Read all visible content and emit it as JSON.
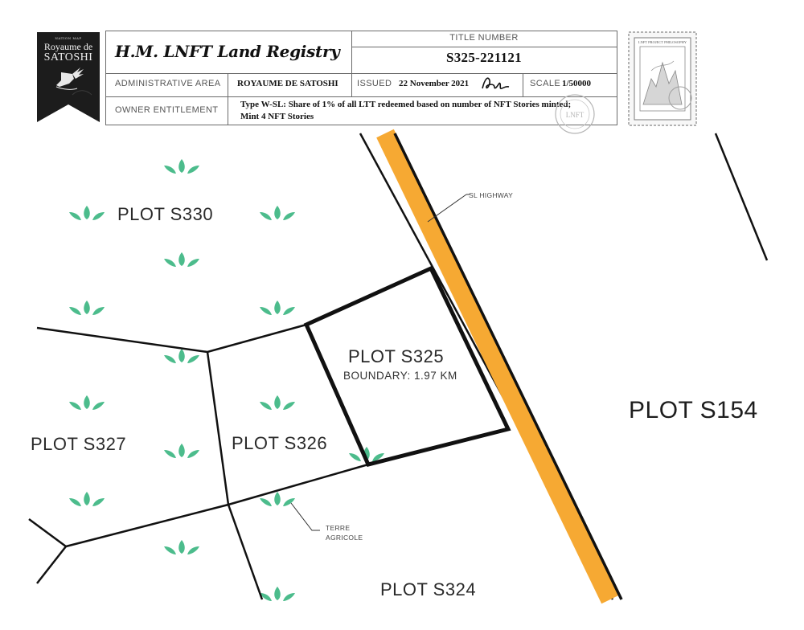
{
  "badge": {
    "top_text": "NATION MAP",
    "line1": "Royaume de",
    "line2": "SATOSHI",
    "emblem": "winged-sandal-icon"
  },
  "header": {
    "registry_title": "H.M. LNFT Land Registry",
    "title_number_label": "TITLE NUMBER",
    "title_number": "S325-221121",
    "admin_area_label": "ADMINISTRATIVE AREA",
    "admin_area": "ROYAUME DE SATOSHI",
    "issued_label": "ISSUED",
    "issued": "22 November 2021",
    "scale_label": "SCALE",
    "scale": "1/50000",
    "owner_label": "OWNER ENTITLEMENT",
    "owner_line1": "Type W-SL: Share of 1% of all LTT redeemed based on number of NFT Stories minted;",
    "owner_line2": "Mint 4 NFT Stories",
    "seal_text": "LNFT",
    "stamp_text": "LNFT PROJECT PHILOSOPHY"
  },
  "map": {
    "plots": {
      "s330": "PLOT S330",
      "s325": "PLOT S325",
      "s325_boundary": "BOUNDARY: 1.97 KM",
      "s327": "PLOT S327",
      "s326": "PLOT S326",
      "s154": "PLOT S154",
      "s324": "PLOT S324"
    },
    "annotations": {
      "highway": "SL HIGHWAY",
      "farm_line1": "TERRE",
      "farm_line2": "AGRICOLE"
    }
  },
  "colors": {
    "highway": "#f6a933",
    "vegetation": "#4cbc8c",
    "badge": "#1c1c1c",
    "border": "#6b6b6b"
  }
}
